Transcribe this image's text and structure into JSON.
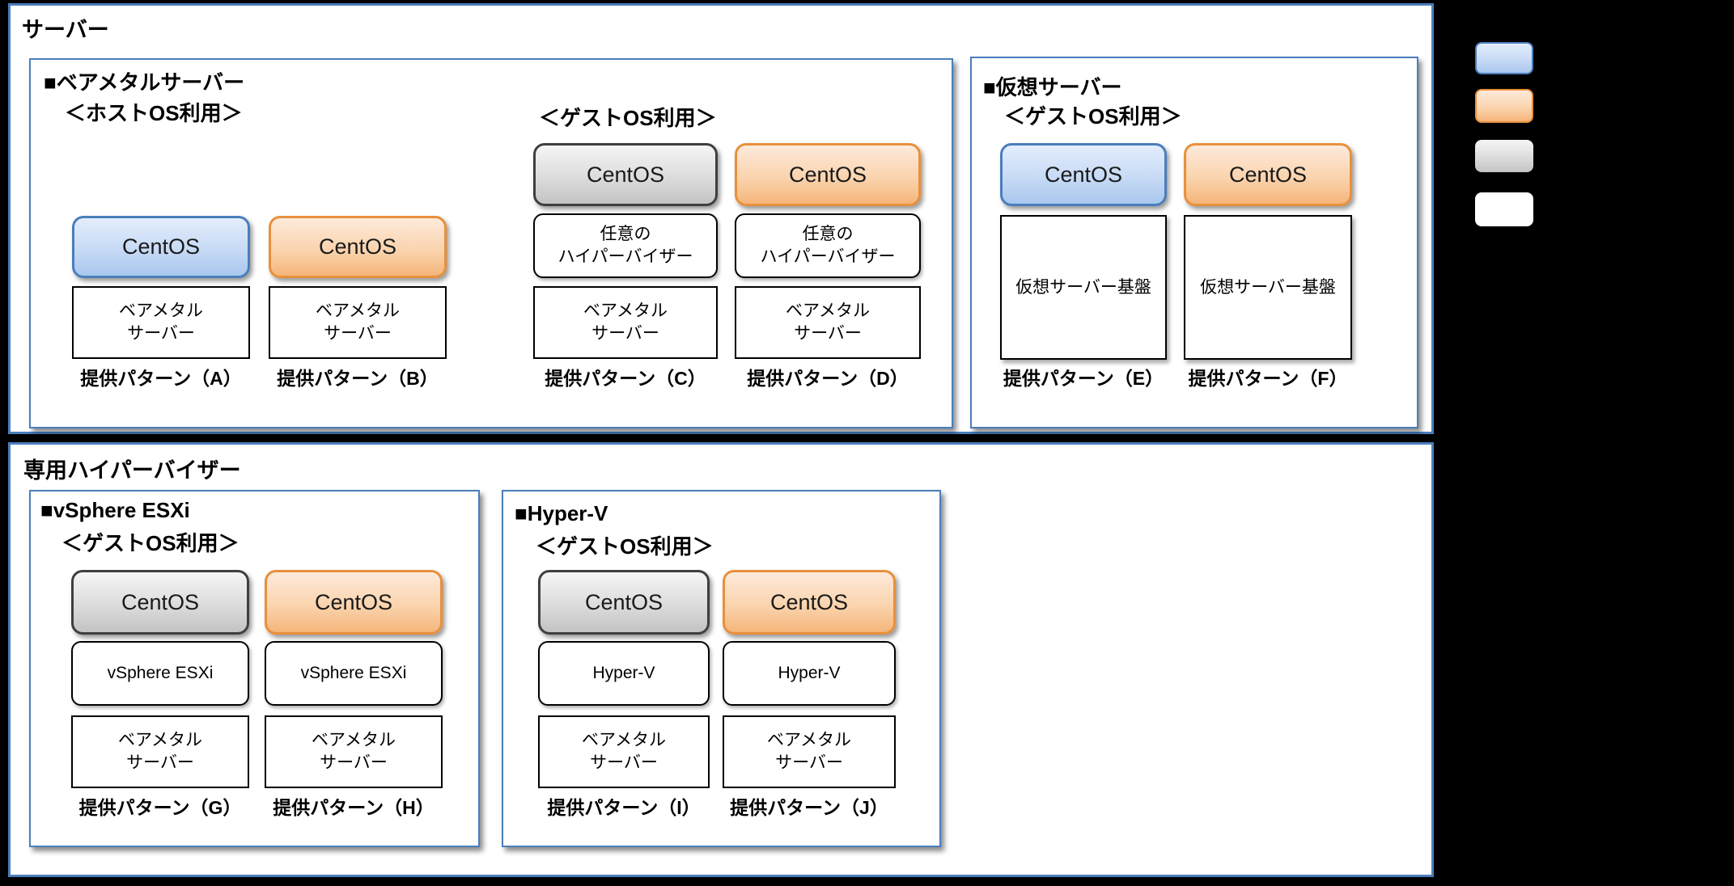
{
  "colors": {
    "page_background": "#000000",
    "section_border": "#4a7ebb",
    "blue_fill_top": "#e3edfc",
    "blue_fill_bottom": "#a9c7ee",
    "blue_border": "#4a7ebb",
    "orange_fill_top": "#fdeadb",
    "orange_fill_bottom": "#f5b57a",
    "orange_border": "#e8903c",
    "gray_fill_top": "#f5f5f5",
    "gray_fill_bottom": "#c3c3c3",
    "gray_border": "#3f3f3f",
    "plain_box_border": "#000000"
  },
  "server_section": {
    "title": "サーバー",
    "baremetal_panel": {
      "heading": "■ベアメタルサーバー",
      "host_os_label": "＜ホストOS利用＞",
      "guest_os_label": "＜ゲストOS利用＞",
      "pattern_a": {
        "os": "CentOS",
        "os_color": "blue",
        "baremetal": "ベアメタル\nサーバー",
        "label": "提供パターン（A）"
      },
      "pattern_b": {
        "os": "CentOS",
        "os_color": "orange",
        "baremetal": "ベアメタル\nサーバー",
        "label": "提供パターン（B）"
      },
      "pattern_c": {
        "os": "CentOS",
        "os_color": "gray",
        "hypervisor": "任意の\nハイパーバイザー",
        "baremetal": "ベアメタル\nサーバー",
        "label": "提供パターン（C）"
      },
      "pattern_d": {
        "os": "CentOS",
        "os_color": "orange",
        "hypervisor": "任意の\nハイパーバイザー",
        "baremetal": "ベアメタル\nサーバー",
        "label": "提供パターン（D）"
      }
    },
    "virtual_panel": {
      "heading": "■仮想サーバー",
      "guest_os_label": "＜ゲストOS利用＞",
      "pattern_e": {
        "os": "CentOS",
        "os_color": "blue",
        "base": "仮想サーバー基盤",
        "label": "提供パターン（E）"
      },
      "pattern_f": {
        "os": "CentOS",
        "os_color": "orange",
        "base": "仮想サーバー基盤",
        "label": "提供パターン（F）"
      }
    }
  },
  "hypervisor_section": {
    "title": "専用ハイパーバイザー",
    "vsphere_panel": {
      "heading": "■vSphere ESXi",
      "guest_os_label": "＜ゲストOS利用＞",
      "pattern_g": {
        "os": "CentOS",
        "os_color": "gray",
        "hypervisor": "vSphere ESXi",
        "baremetal": "ベアメタル\nサーバー",
        "label": "提供パターン（G）"
      },
      "pattern_h": {
        "os": "CentOS",
        "os_color": "orange",
        "hypervisor": "vSphere ESXi",
        "baremetal": "ベアメタル\nサーバー",
        "label": "提供パターン（H）"
      }
    },
    "hyperv_panel": {
      "heading": "■Hyper-V",
      "guest_os_label": "＜ゲストOS利用＞",
      "pattern_i": {
        "os": "CentOS",
        "os_color": "gray",
        "hypervisor": "Hyper-V",
        "baremetal": "ベアメタル\nサーバー",
        "label": "提供パターン（I）"
      },
      "pattern_j": {
        "os": "CentOS",
        "os_color": "orange",
        "hypervisor": "Hyper-V",
        "baremetal": "ベアメタル\nサーバー",
        "label": "提供パターン（J）"
      }
    }
  },
  "legend": {
    "swatches": [
      {
        "name": "blue-os-swatch",
        "fill": "#c7daf5",
        "border": "#4a7ebb"
      },
      {
        "name": "orange-os-swatch",
        "fill": "#fad4ae",
        "border": "#e8903c"
      },
      {
        "name": "gray-os-swatch",
        "fill": "#dcdcdc",
        "border": ""
      },
      {
        "name": "white-box-swatch",
        "fill": "#ffffff",
        "border": ""
      }
    ]
  }
}
